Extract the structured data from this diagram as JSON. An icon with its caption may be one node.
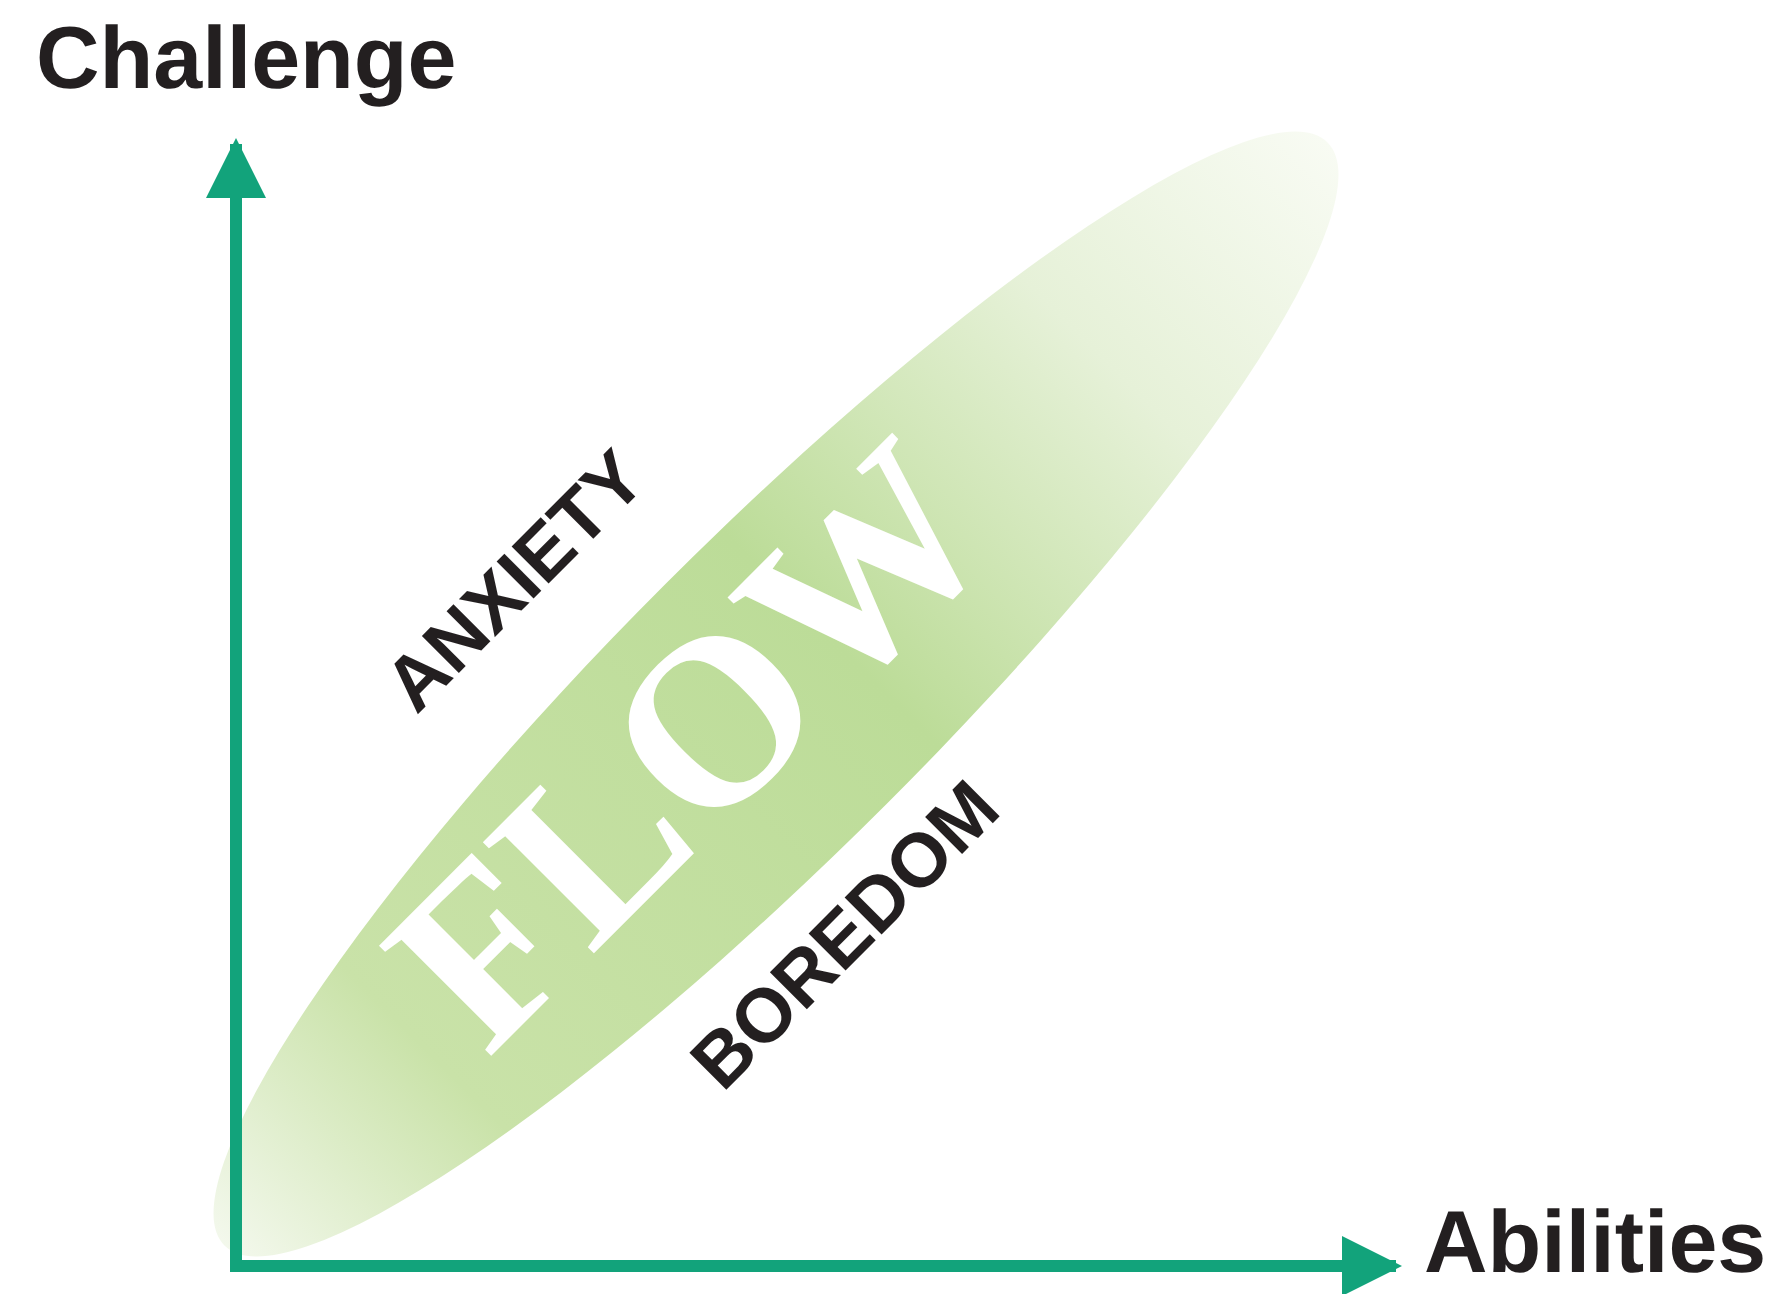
{
  "diagram": {
    "labels": [
      "Challenge",
      "ANXIETY",
      "FLOW",
      "BOREDOM",
      "Abilities"
    ]
  }
}
